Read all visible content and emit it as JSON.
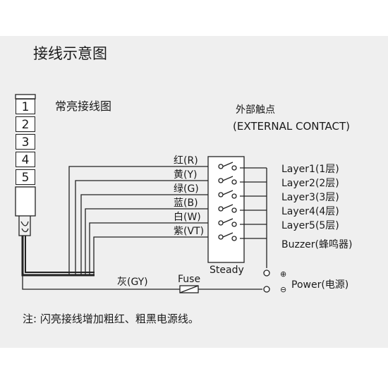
{
  "title": "接线示意图",
  "subtitle": "常亮接线图",
  "segments": [
    "1",
    "2",
    "3",
    "4",
    "5"
  ],
  "external": {
    "line1": "外部触点",
    "line2": "(EXTERNAL CONTACT)"
  },
  "wires": [
    "红(R)",
    "黄(Y)",
    "绿(G)",
    "蓝(B)",
    "白(W)",
    "紫(VT)"
  ],
  "layers": [
    "Layer1(1层)",
    "Layer2(2层)",
    "Layer3(3层)",
    "Layer4(4层)",
    "Layer5(5层)",
    "Buzzer(蜂鸣器)"
  ],
  "steady": "Steady",
  "fuse": "Fuse",
  "gray": "灰(GY)",
  "power": "Power(电源)",
  "plus": "⊕",
  "minus": "⊖",
  "note": "注:  闪亮接线增加粗红、粗黑电源线。"
}
